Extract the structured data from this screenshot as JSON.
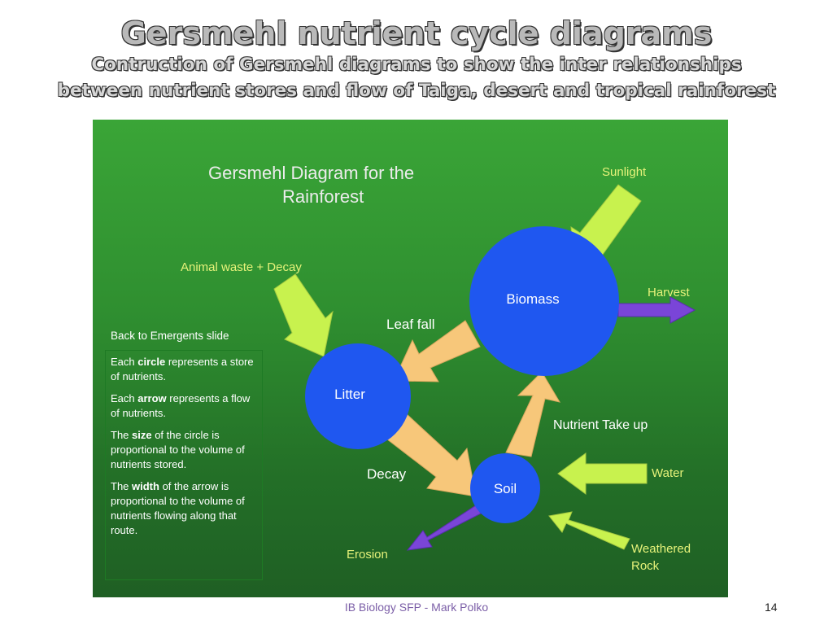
{
  "slide": {
    "title": "Gersmehl nutrient cycle diagrams",
    "subtitle_line1": "Contruction of Gersmehl diagrams to show the inter relationships",
    "subtitle_line2": "between nutrient stores and flow of Taiga, desert and tropical rainforest",
    "footer": "IB Biology SFP - Mark Polko",
    "page_number": "14"
  },
  "diagram": {
    "title_line1": "Gersmehl Diagram for the",
    "title_line2": "Rainforest",
    "stores": {
      "biomass": "Biomass",
      "litter": "Litter",
      "soil": "Soil"
    },
    "flows": {
      "sunlight": "Sunlight",
      "harvest": "Harvest",
      "animal_waste": "Animal waste + Decay",
      "leaf_fall": "Leaf fall",
      "nutrient_take_up": "Nutrient Take up",
      "decay": "Decay",
      "water": "Water",
      "erosion": "Erosion",
      "weathered_rock_line1": "Weathered",
      "weathered_rock_line2": "Rock"
    },
    "colors": {
      "store": "#1f57f0",
      "input_arrow": "#c8f24e",
      "internal_arrow": "#f7c77a",
      "output_arrow": "#7a45d8",
      "label_yellow": "#e6f27a"
    }
  },
  "legend": {
    "back_link": "Back to Emergents slide",
    "p1_pre": "Each ",
    "p1_bold": "circle",
    "p1_post": " represents a store of nutrients.",
    "p2_pre": "Each ",
    "p2_bold": "arrow",
    "p2_post": " represents a flow of nutrients.",
    "p3_pre": "The ",
    "p3_bold": "size",
    "p3_post": " of the circle is proportional to the volume of nutrients stored.",
    "p4_pre": "The ",
    "p4_bold": "width",
    "p4_post": " of the arrow is proportional to the volume of nutrients flowing along that route."
  }
}
